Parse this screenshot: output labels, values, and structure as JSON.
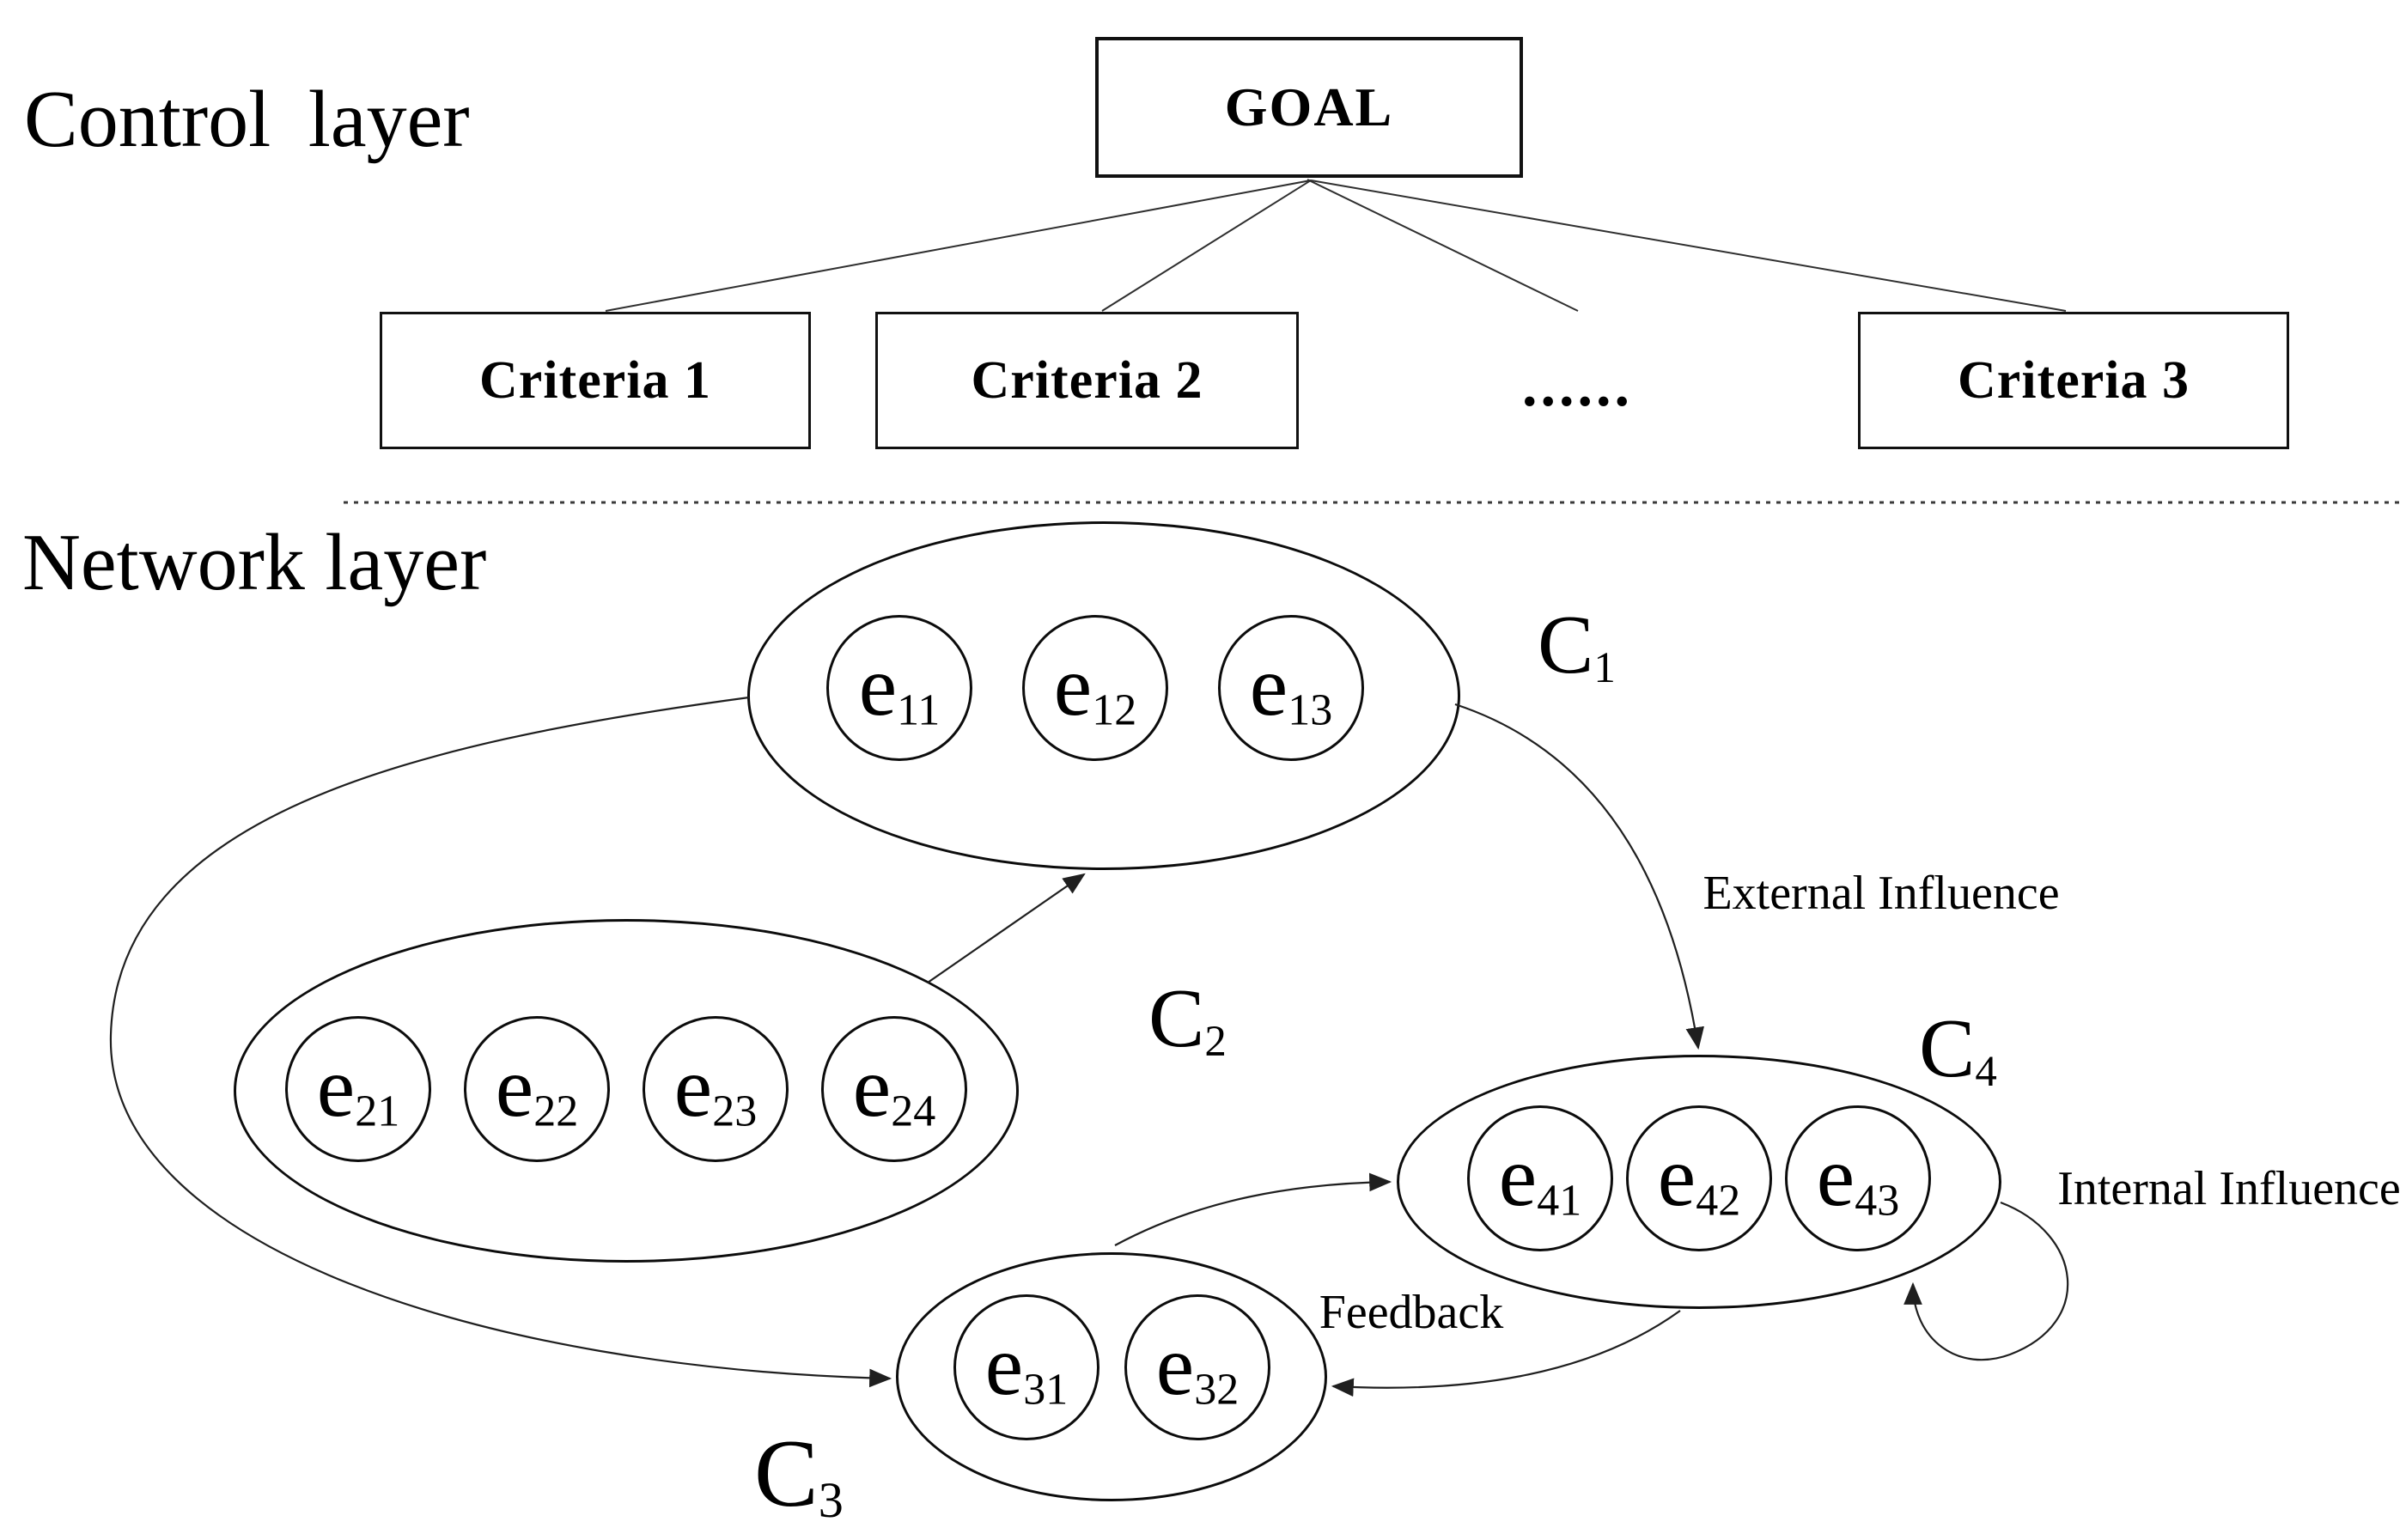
{
  "colors": {
    "ink": "#000000",
    "line": "#1f1f1f",
    "background": "#ffffff"
  },
  "control_layer": {
    "title": "Control layer",
    "goal_label": "GOAL",
    "criteria": [
      {
        "label": "Criteria 1"
      },
      {
        "label": "Criteria 2"
      },
      {
        "label": "Criteria 3"
      }
    ],
    "ellipsis": "......"
  },
  "network_layer": {
    "title": "Network layer",
    "clusters": [
      {
        "name": "C",
        "sub": "1",
        "elements": [
          {
            "base": "e",
            "sub": "11"
          },
          {
            "base": "e",
            "sub": "12"
          },
          {
            "base": "e",
            "sub": "13"
          }
        ]
      },
      {
        "name": "C",
        "sub": "2",
        "elements": [
          {
            "base": "e",
            "sub": "21"
          },
          {
            "base": "e",
            "sub": "22"
          },
          {
            "base": "e",
            "sub": "23"
          },
          {
            "base": "e",
            "sub": "24"
          }
        ]
      },
      {
        "name": "C",
        "sub": "3",
        "elements": [
          {
            "base": "e",
            "sub": "31"
          },
          {
            "base": "e",
            "sub": "32"
          }
        ]
      },
      {
        "name": "C",
        "sub": "4",
        "elements": [
          {
            "base": "e",
            "sub": "41"
          },
          {
            "base": "e",
            "sub": "42"
          },
          {
            "base": "e",
            "sub": "43"
          }
        ]
      }
    ],
    "edge_labels": {
      "external_influence": "External Influence",
      "internal_influence": "Internal Influence",
      "feedback": "Feedback"
    }
  }
}
